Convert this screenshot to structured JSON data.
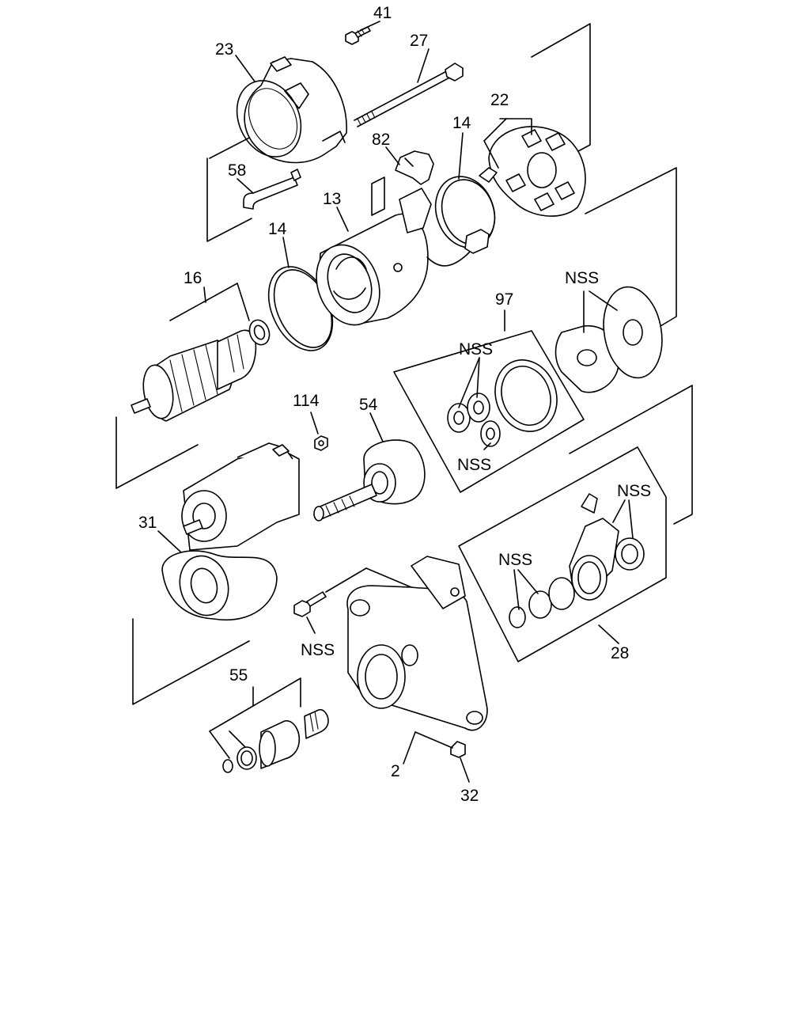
{
  "callouts": {
    "p41": "41",
    "p27": "27",
    "p23": "23",
    "p22": "22",
    "p14a": "14",
    "p82": "82",
    "p58": "58",
    "p13": "13",
    "p14b": "14",
    "p16": "16",
    "nss_washer": "NSS",
    "p97": "97",
    "nss_gears_top": "NSS",
    "nss_gears_bottom": "NSS",
    "p114": "114",
    "p54": "54",
    "p31": "31",
    "nss_lever": "NSS",
    "nss_rings": "NSS",
    "nss_bolt": "NSS",
    "p28": "28",
    "p55": "55",
    "p2": "2",
    "p32": "32"
  }
}
